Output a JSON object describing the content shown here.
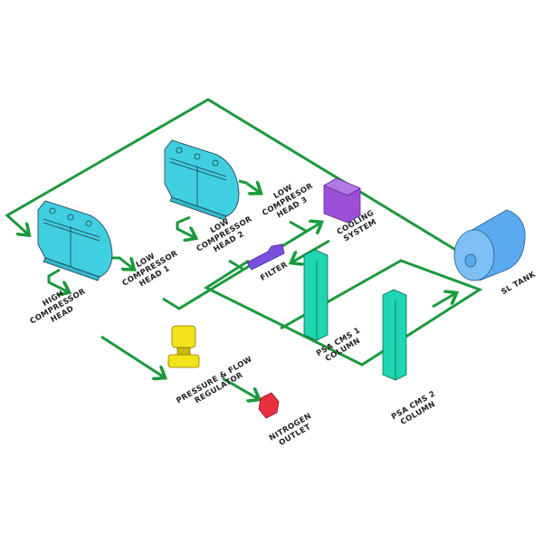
{
  "labels": {
    "high_compressor": [
      "HIGH",
      "COMPRESSOR",
      "HEAD"
    ],
    "low_head_1": [
      "LOW",
      "COMPRESSOR",
      "HEAD 1"
    ],
    "low_head_2": [
      "LOW",
      "COMPRESSOR",
      "HEAD 2"
    ],
    "low_head_3": [
      "LOW",
      "COMPRESOR",
      "HEAD 3"
    ],
    "cooling": [
      "COOLING",
      "SYSTEM"
    ],
    "filter": [
      "FILTER"
    ],
    "tank": [
      "SL TANK"
    ],
    "psa1": [
      "PSA CMS 1",
      "COLUMN"
    ],
    "psa2": [
      "PSA CMS 2",
      "COLUMN"
    ],
    "regulator": [
      "PRESSURE & FLOW",
      "REGULATOR"
    ],
    "outlet": [
      "NITROGEN",
      "OUTLET"
    ]
  },
  "colors": {
    "pipe": "#1a9a3c",
    "compressor": "#3fcfe0",
    "cooling": "#9a4fd6",
    "filter": "#7a4fe0",
    "tank": "#5aaaf0",
    "psa": "#1ed6b0",
    "regulator": "#f2e21a",
    "outlet": "#e83040"
  }
}
